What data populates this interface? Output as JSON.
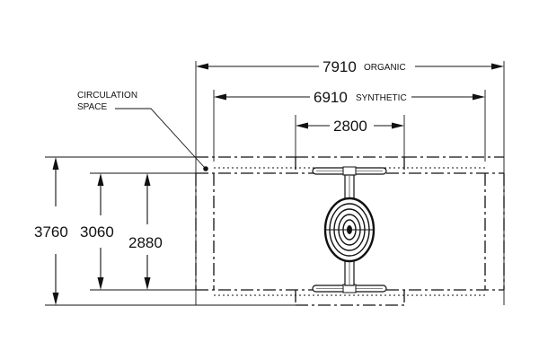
{
  "dimensions": {
    "organic": {
      "value": "7910",
      "label": "ORGANIC"
    },
    "synthetic": {
      "value": "6910",
      "label": "SYNTHETIC"
    },
    "top_width": {
      "value": "2800"
    },
    "height_outer": {
      "value": "3760"
    },
    "height_mid": {
      "value": "3060"
    },
    "height_inner": {
      "value": "2880"
    }
  },
  "callout": {
    "line1": "CIRCULATION",
    "line2": "SPACE"
  },
  "colors": {
    "ink": "#111111",
    "background": "#ffffff"
  }
}
